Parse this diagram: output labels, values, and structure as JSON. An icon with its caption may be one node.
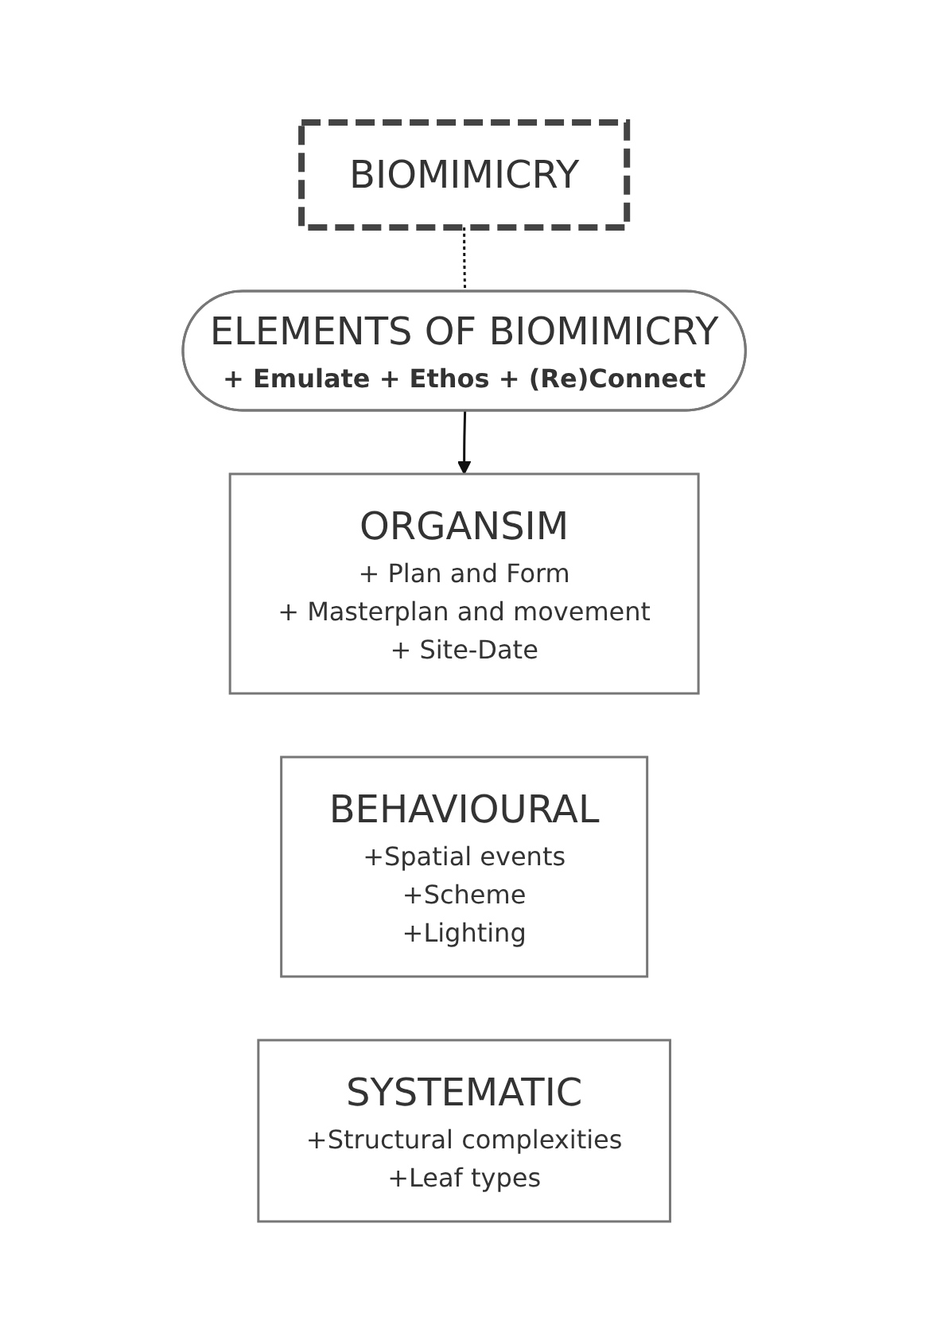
{
  "diagram": {
    "nodes": [
      {
        "text": [
          "BIOMIMICRY"
        ]
      },
      {
        "text": [
          "ELEMENTS OF BIOMIMICRY",
          "+ Emulate + Ethos + (Re)Connect"
        ]
      },
      {
        "text": [
          "ORGANSIM",
          "+ Plan and Form",
          "+ Masterplan and movement",
          "+ Site-Date"
        ]
      },
      {
        "text": [
          "BEHAVIOURAL",
          "+Spatial events",
          "+Scheme",
          "+Lighting"
        ]
      },
      {
        "text": [
          "SYSTEMATIC",
          "+Structural complexities",
          "+Leaf types"
        ]
      }
    ],
    "edges": [
      {
        "from": 0,
        "to": 1,
        "arrow": "none",
        "style": "dashed"
      },
      {
        "from": 1,
        "to": 2,
        "arrow": "to"
      }
    ]
  }
}
